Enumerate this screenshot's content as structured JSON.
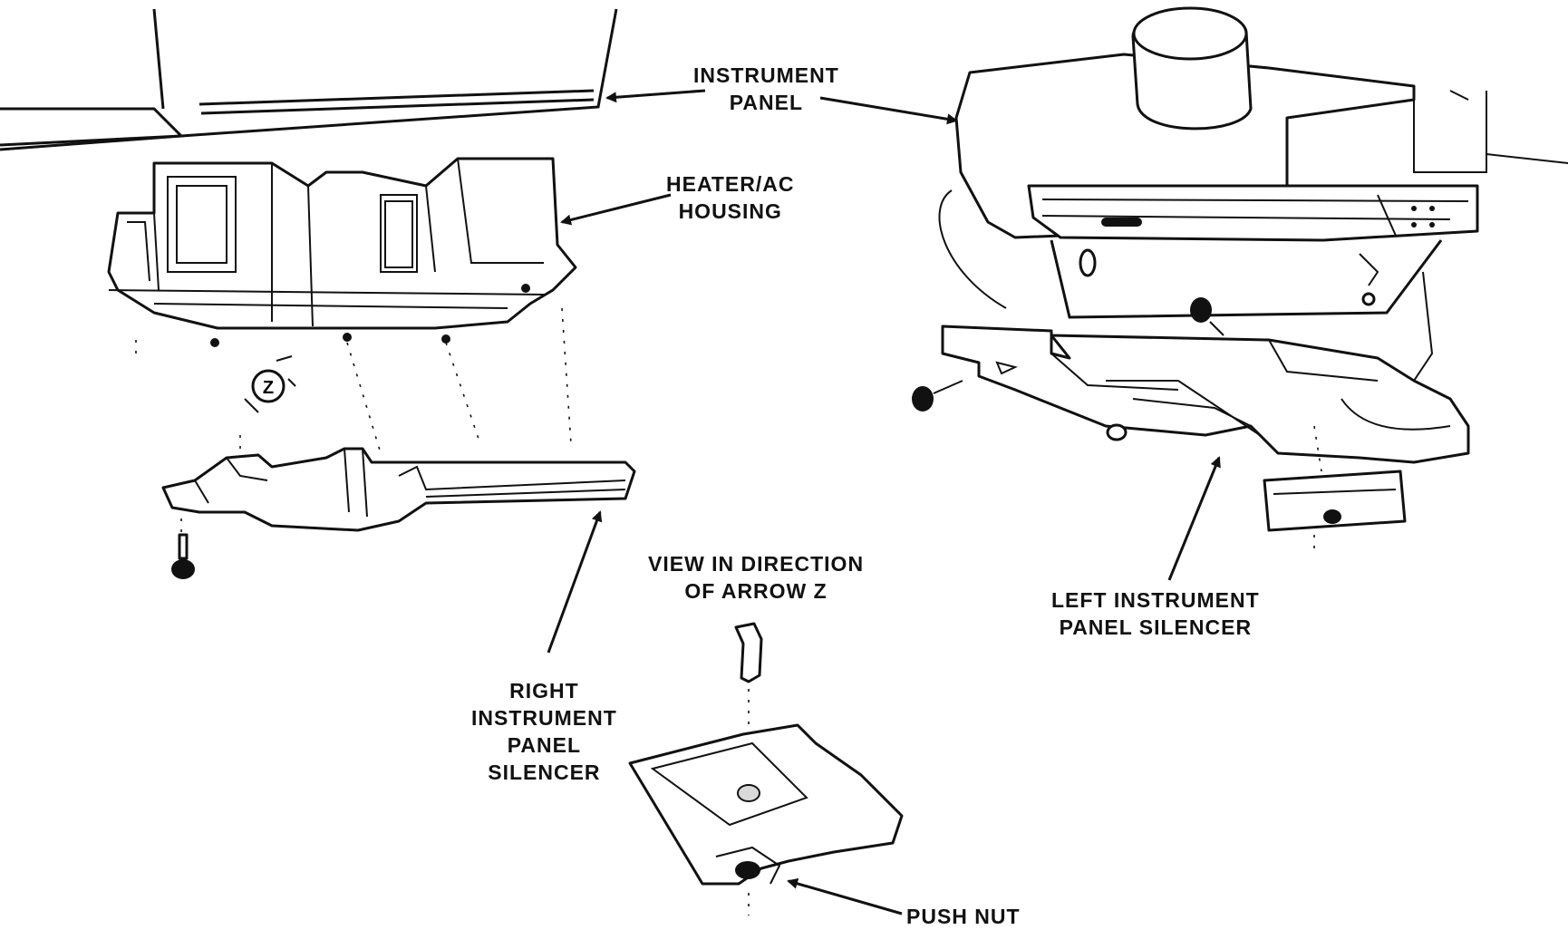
{
  "labels": {
    "instrument_panel": [
      "INSTRUMENT",
      "PANEL"
    ],
    "heater_ac_housing": [
      "HEATER/AC",
      "HOUSING"
    ],
    "right_silencer": [
      "RIGHT",
      "INSTRUMENT",
      "PANEL",
      "SILENCER"
    ],
    "view_direction": [
      "VIEW IN DIRECTION",
      "OF ARROW Z"
    ],
    "left_silencer": [
      "LEFT INSTRUMENT",
      "PANEL SILENCER"
    ],
    "push_nut": "PUSH NUT",
    "arrow_marker": "Z"
  }
}
